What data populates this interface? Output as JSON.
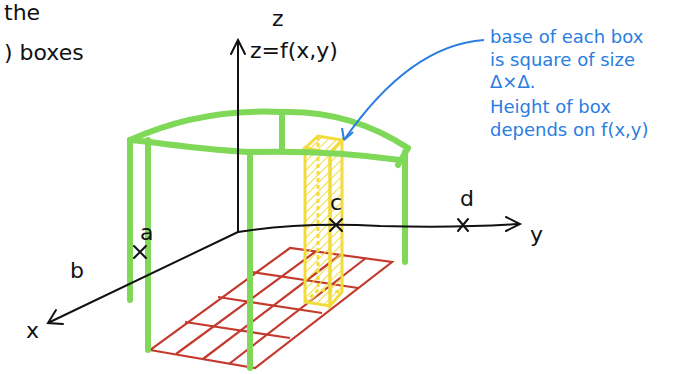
{
  "diagram": {
    "labels": [
      "the",
      "z",
      ") boxes",
      "z=f(x,y)",
      "base of each box is square of size Δ×Δ.",
      "Height of box depends on f(x,y)",
      "a",
      "b",
      "c",
      "d",
      "y",
      "x"
    ]
  }
}
